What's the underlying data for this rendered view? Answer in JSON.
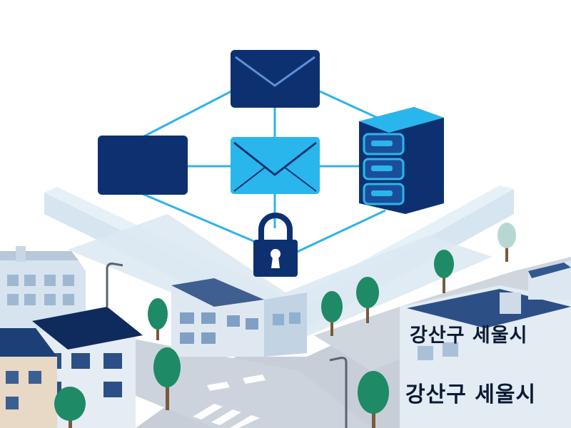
{
  "signs": {
    "upper": "강산구 세울시",
    "lower": "강산구 세울시"
  },
  "network": {
    "nodes": [
      "envelope",
      "card",
      "envelope",
      "server",
      "lock"
    ],
    "server_slots": 3
  },
  "colors": {
    "navy": "#0d3170",
    "sky": "#29b6ec",
    "link": "#2fb3ea",
    "platform": "#dbe8f2",
    "road": "#c9d0d9",
    "tree": "#1e8a66"
  }
}
